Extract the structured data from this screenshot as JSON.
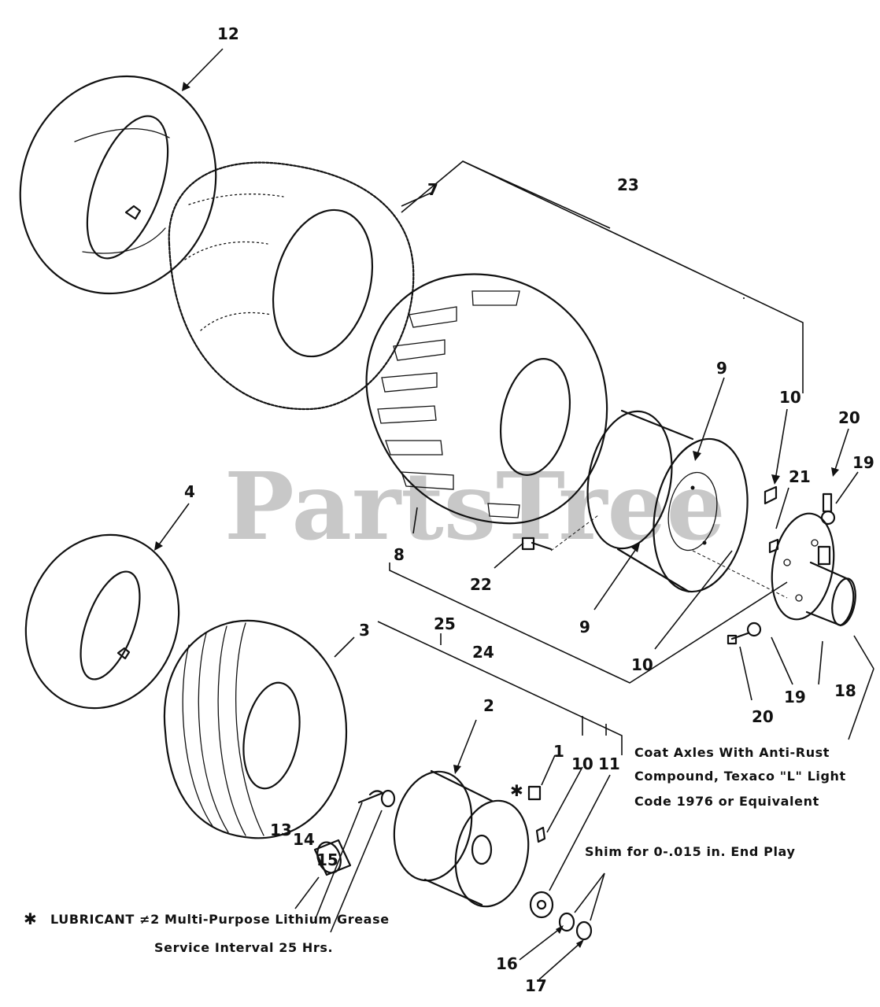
{
  "watermark": "PartsTree",
  "callouts": {
    "c1": "1",
    "c2": "2",
    "c3": "3",
    "c4": "4",
    "c7": "7",
    "c8": "8",
    "c9a": "9",
    "c9b": "9",
    "c10a": "10",
    "c10b": "10",
    "c10c": "10",
    "c11": "11",
    "c12": "12",
    "c13": "13",
    "c14": "14",
    "c15": "15",
    "c16": "16",
    "c17": "17",
    "c18": "18",
    "c19a": "19",
    "c19b": "19",
    "c20a": "20",
    "c20b": "20",
    "c21": "21",
    "c22": "22",
    "c23": "23",
    "c24": "24",
    "c25": "25",
    "star": "✱"
  },
  "notes": {
    "coat_line1": "Coat Axles With Anti-Rust",
    "coat_line2": "Compound, Texaco \"L\" Light",
    "coat_line3": "Code 1976 or Equivalent",
    "shim": "Shim for 0-.015 in. End Play",
    "lube_star": "✱",
    "lube_line1": "LUBRICANT ≠2 Multi-Purpose Lithium Grease",
    "lube_line2": "Service Interval 25 Hrs."
  }
}
